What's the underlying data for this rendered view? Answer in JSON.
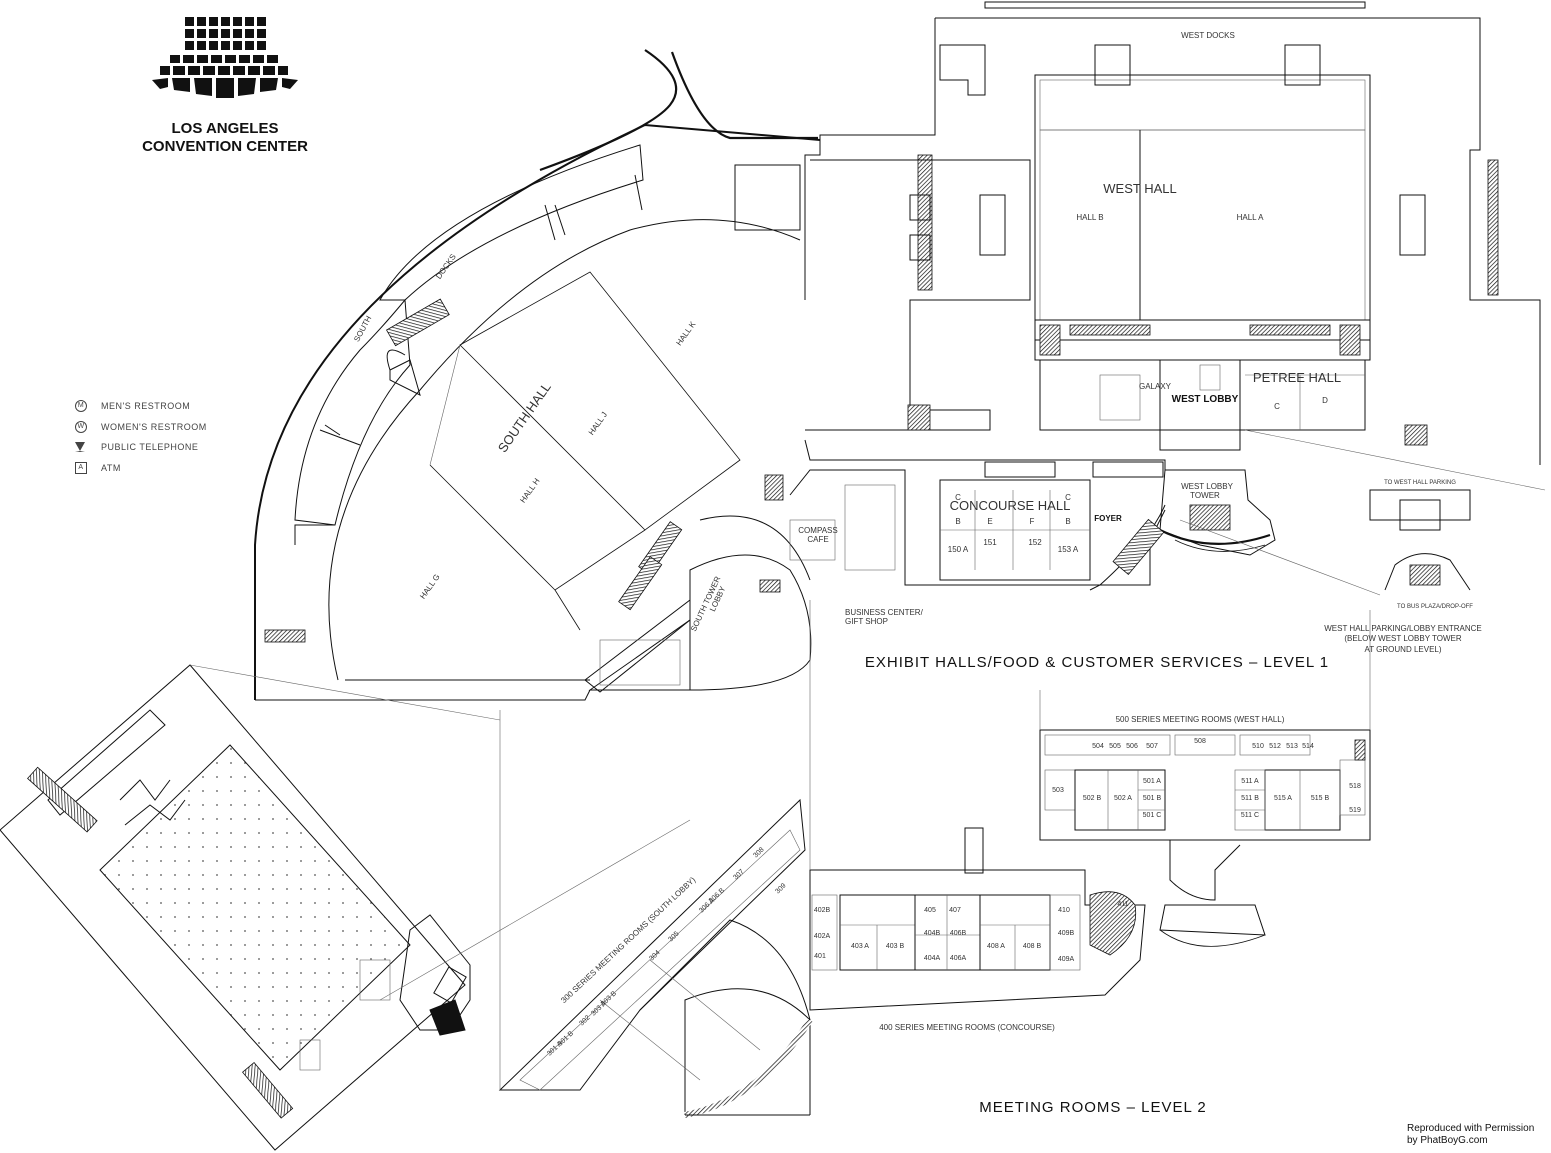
{
  "logo": {
    "icon": "lacc-grid-logo",
    "line1": "LOS ANGELES",
    "line2": "CONVENTION CENTER"
  },
  "legend": [
    {
      "symbol": "M",
      "shape": "circle",
      "label": "MEN'S RESTROOM"
    },
    {
      "symbol": "W",
      "shape": "circle",
      "label": "WOMEN'S RESTROOM"
    },
    {
      "symbol": "",
      "shape": "triangle",
      "label": "PUBLIC TELEPHONE"
    },
    {
      "symbol": "A",
      "shape": "square",
      "label": "ATM"
    }
  ],
  "level1": {
    "title": "EXHIBIT HALLS/FOOD & CUSTOMER SERVICES – LEVEL 1",
    "west_docks": "WEST DOCKS",
    "west_hall": "WEST HALL",
    "hall_a": "HALL A",
    "hall_b": "HALL B",
    "galaxy": "GALAXY",
    "west_lobby": "WEST LOBBY",
    "petree_hall": "PETREE HALL",
    "petree_c": "C",
    "petree_d": "D",
    "west_lobby_tower_1": "WEST LOBBY",
    "west_lobby_tower_2": "TOWER",
    "south_docks_1": "SOUTH",
    "south_docks_2": "DOCKS",
    "south_hall": "SOUTH HALL",
    "hall_g": "HALL G",
    "hall_h": "HALL H",
    "hall_j": "HALL J",
    "hall_k": "HALL K",
    "south_tower_lobby_1": "SOUTH TOWER",
    "south_tower_lobby_2": "LOBBY",
    "compass_cafe_1": "COMPASS",
    "compass_cafe_2": "CAFE",
    "concourse_hall": "CONCOURSE HALL",
    "concourse_rooms": [
      "B",
      "E",
      "F",
      "B"
    ],
    "concourse_c_left": "C",
    "concourse_c_right": "C",
    "room_150a": "150 A",
    "room_151": "151",
    "room_152": "152",
    "room_153a": "153 A",
    "foyer": "FOYER",
    "business_center_1": "BUSINESS CENTER/",
    "business_center_2": "GIFT SHOP",
    "to_west_hall_parking": "TO WEST HALL PARKING",
    "to_bus_plaza": "TO BUS PLAZA/DROP-OFF",
    "parking_note_1": "WEST HALL PARKING/LOBBY ENTRANCE",
    "parking_note_2": "(BELOW WEST LOBBY TOWER",
    "parking_note_3": "AT GROUND LEVEL)"
  },
  "level2": {
    "title": "MEETING ROOMS – LEVEL 2",
    "series_500": "500 SERIES MEETING ROOMS (WEST HALL)",
    "series_400": "400 SERIES MEETING ROOMS (CONCOURSE)",
    "series_300": "300 SERIES MEETING ROOMS (SOUTH LOBBY)",
    "rooms_500_top": [
      "504",
      "505",
      "506",
      "507",
      "508",
      "510",
      "512",
      "513",
      "514"
    ],
    "rooms_500_mid": [
      "503",
      "502 B",
      "502 A",
      "501 A",
      "501 B",
      "501 C",
      "511 A",
      "511 B",
      "511 C",
      "515 A",
      "515 B",
      "518",
      "519"
    ],
    "rooms_400": [
      "402B",
      "402A",
      "401",
      "403 A",
      "403 B",
      "405",
      "407",
      "404B",
      "404A",
      "406B",
      "406A",
      "408 A",
      "408 B",
      "410",
      "409B",
      "409A",
      "411"
    ],
    "rooms_300": [
      "301 A",
      "301 B",
      "302",
      "303 A",
      "303 B",
      "304",
      "305",
      "306 A",
      "306 B",
      "307",
      "308",
      "309"
    ]
  },
  "credit": {
    "line1": "Reproduced with Permission",
    "line2": "by PhatBoyG.com"
  }
}
